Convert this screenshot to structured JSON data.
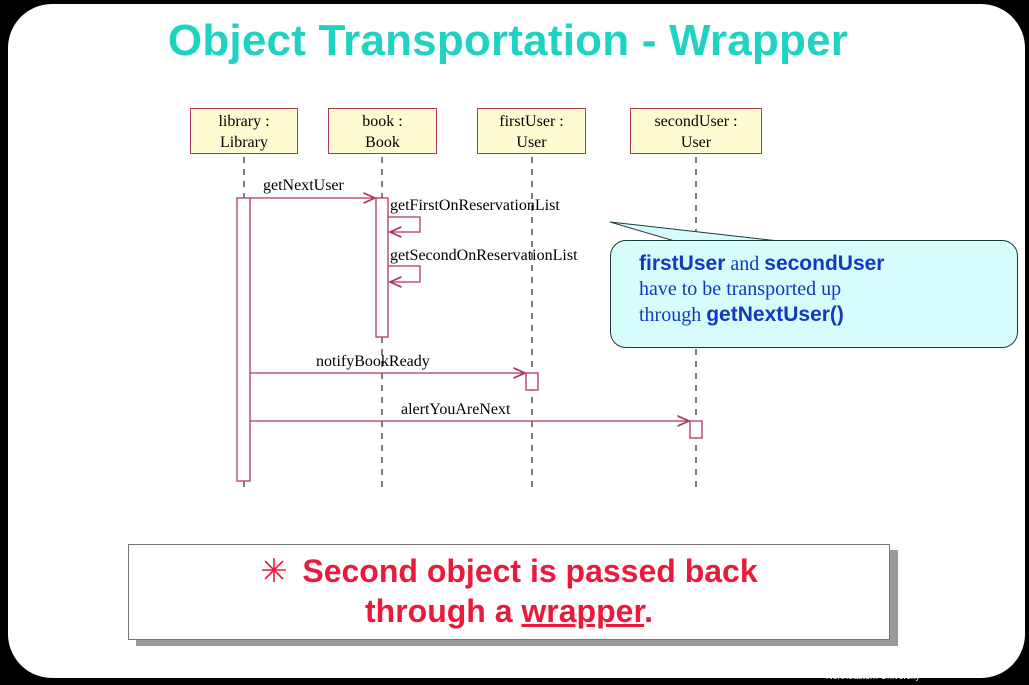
{
  "slide": {
    "title": "Object Transportation - Wrapper",
    "footer": "Northeastern University"
  },
  "lifelines": [
    {
      "line1": "library :",
      "line2": "Library"
    },
    {
      "line1": "book :",
      "line2": "Book"
    },
    {
      "line1": "firstUser :",
      "line2": "User"
    },
    {
      "line1": "secondUser :",
      "line2": "User"
    }
  ],
  "messages": {
    "getNextUser": "getNextUser",
    "getFirst": "getFirstOnReservationList",
    "getSecond": "getSecondOnReservationList",
    "notify": "notifyBookReady",
    "alert": "alertYouAreNext"
  },
  "callout": {
    "first_user": "firstUser",
    "and": " and ",
    "second_user": "secondUser",
    "line2": "have to be transported up",
    "through": "through ",
    "method": "getNextUser()"
  },
  "note": {
    "line1": "Second object is passed back",
    "line2_prefix": "through a ",
    "line2_underlined": "wrapper",
    "line2_suffix": "."
  },
  "colors": {
    "title": "#1fd3c3",
    "lifeline_border": "#b0385a",
    "lifeline_fill": "#fffbd0",
    "callout_fill": "#d6fcfc",
    "callout_text": "#1238c4",
    "note_text": "#ec1a3a"
  }
}
